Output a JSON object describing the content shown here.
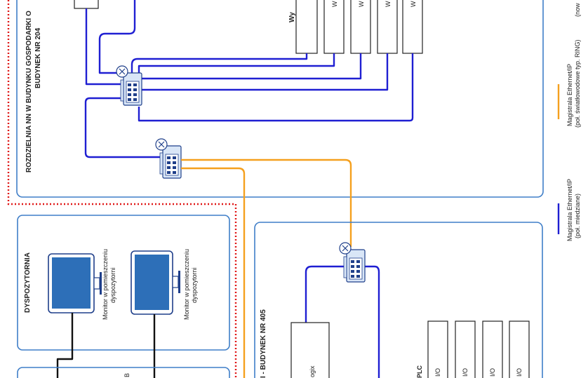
{
  "colors": {
    "panel_border": "#3f7ec8",
    "copper": "#1f1fd2",
    "fiber": "#f5a01e",
    "black_cable": "#111111",
    "red_dotted": "#e01818",
    "monitor_screen": "#2d6fb8",
    "switch_body": "#d9e6f7"
  },
  "panels": {
    "rozdzielnia_title": "ROZDZIELNIA NN W BUDYNKU GOSPODARKI O",
    "rozdzielnia_subtitle": "BUDYNEK NR 204",
    "dyspozytornia_title": "DYSPOZYTORNIA",
    "budynek405_title": "I - BUDYNEK NR 405",
    "partial_panel_text": "B"
  },
  "devices": {
    "wy_label": "Wy",
    "top_module_labels": [
      "W",
      "W",
      "W",
      "W"
    ],
    "logix_label": "ogix",
    "plc_label": "PLC",
    "io_labels": [
      "I/O",
      "I/O",
      "I/O",
      "I/O"
    ],
    "switch_icon": "network-switch-icon",
    "monitor_icon": "monitor-icon"
  },
  "monitors": [
    {
      "label_line1": "Monitor w pomieszczeniu",
      "label_line2": "dyspozytorni"
    },
    {
      "label_line1": "Monitor w pomieszczeniu",
      "label_line2": "dyspozytorni"
    }
  ],
  "legend": {
    "copper_line1": "Magistrala Ethernet/IP",
    "copper_line2": "(poł. miedziane)",
    "fiber_line1": "Magistrala Ethernet/IP",
    "fiber_line2": "(poł. światłowodowe typ. RING)",
    "partial_line": "(now"
  }
}
